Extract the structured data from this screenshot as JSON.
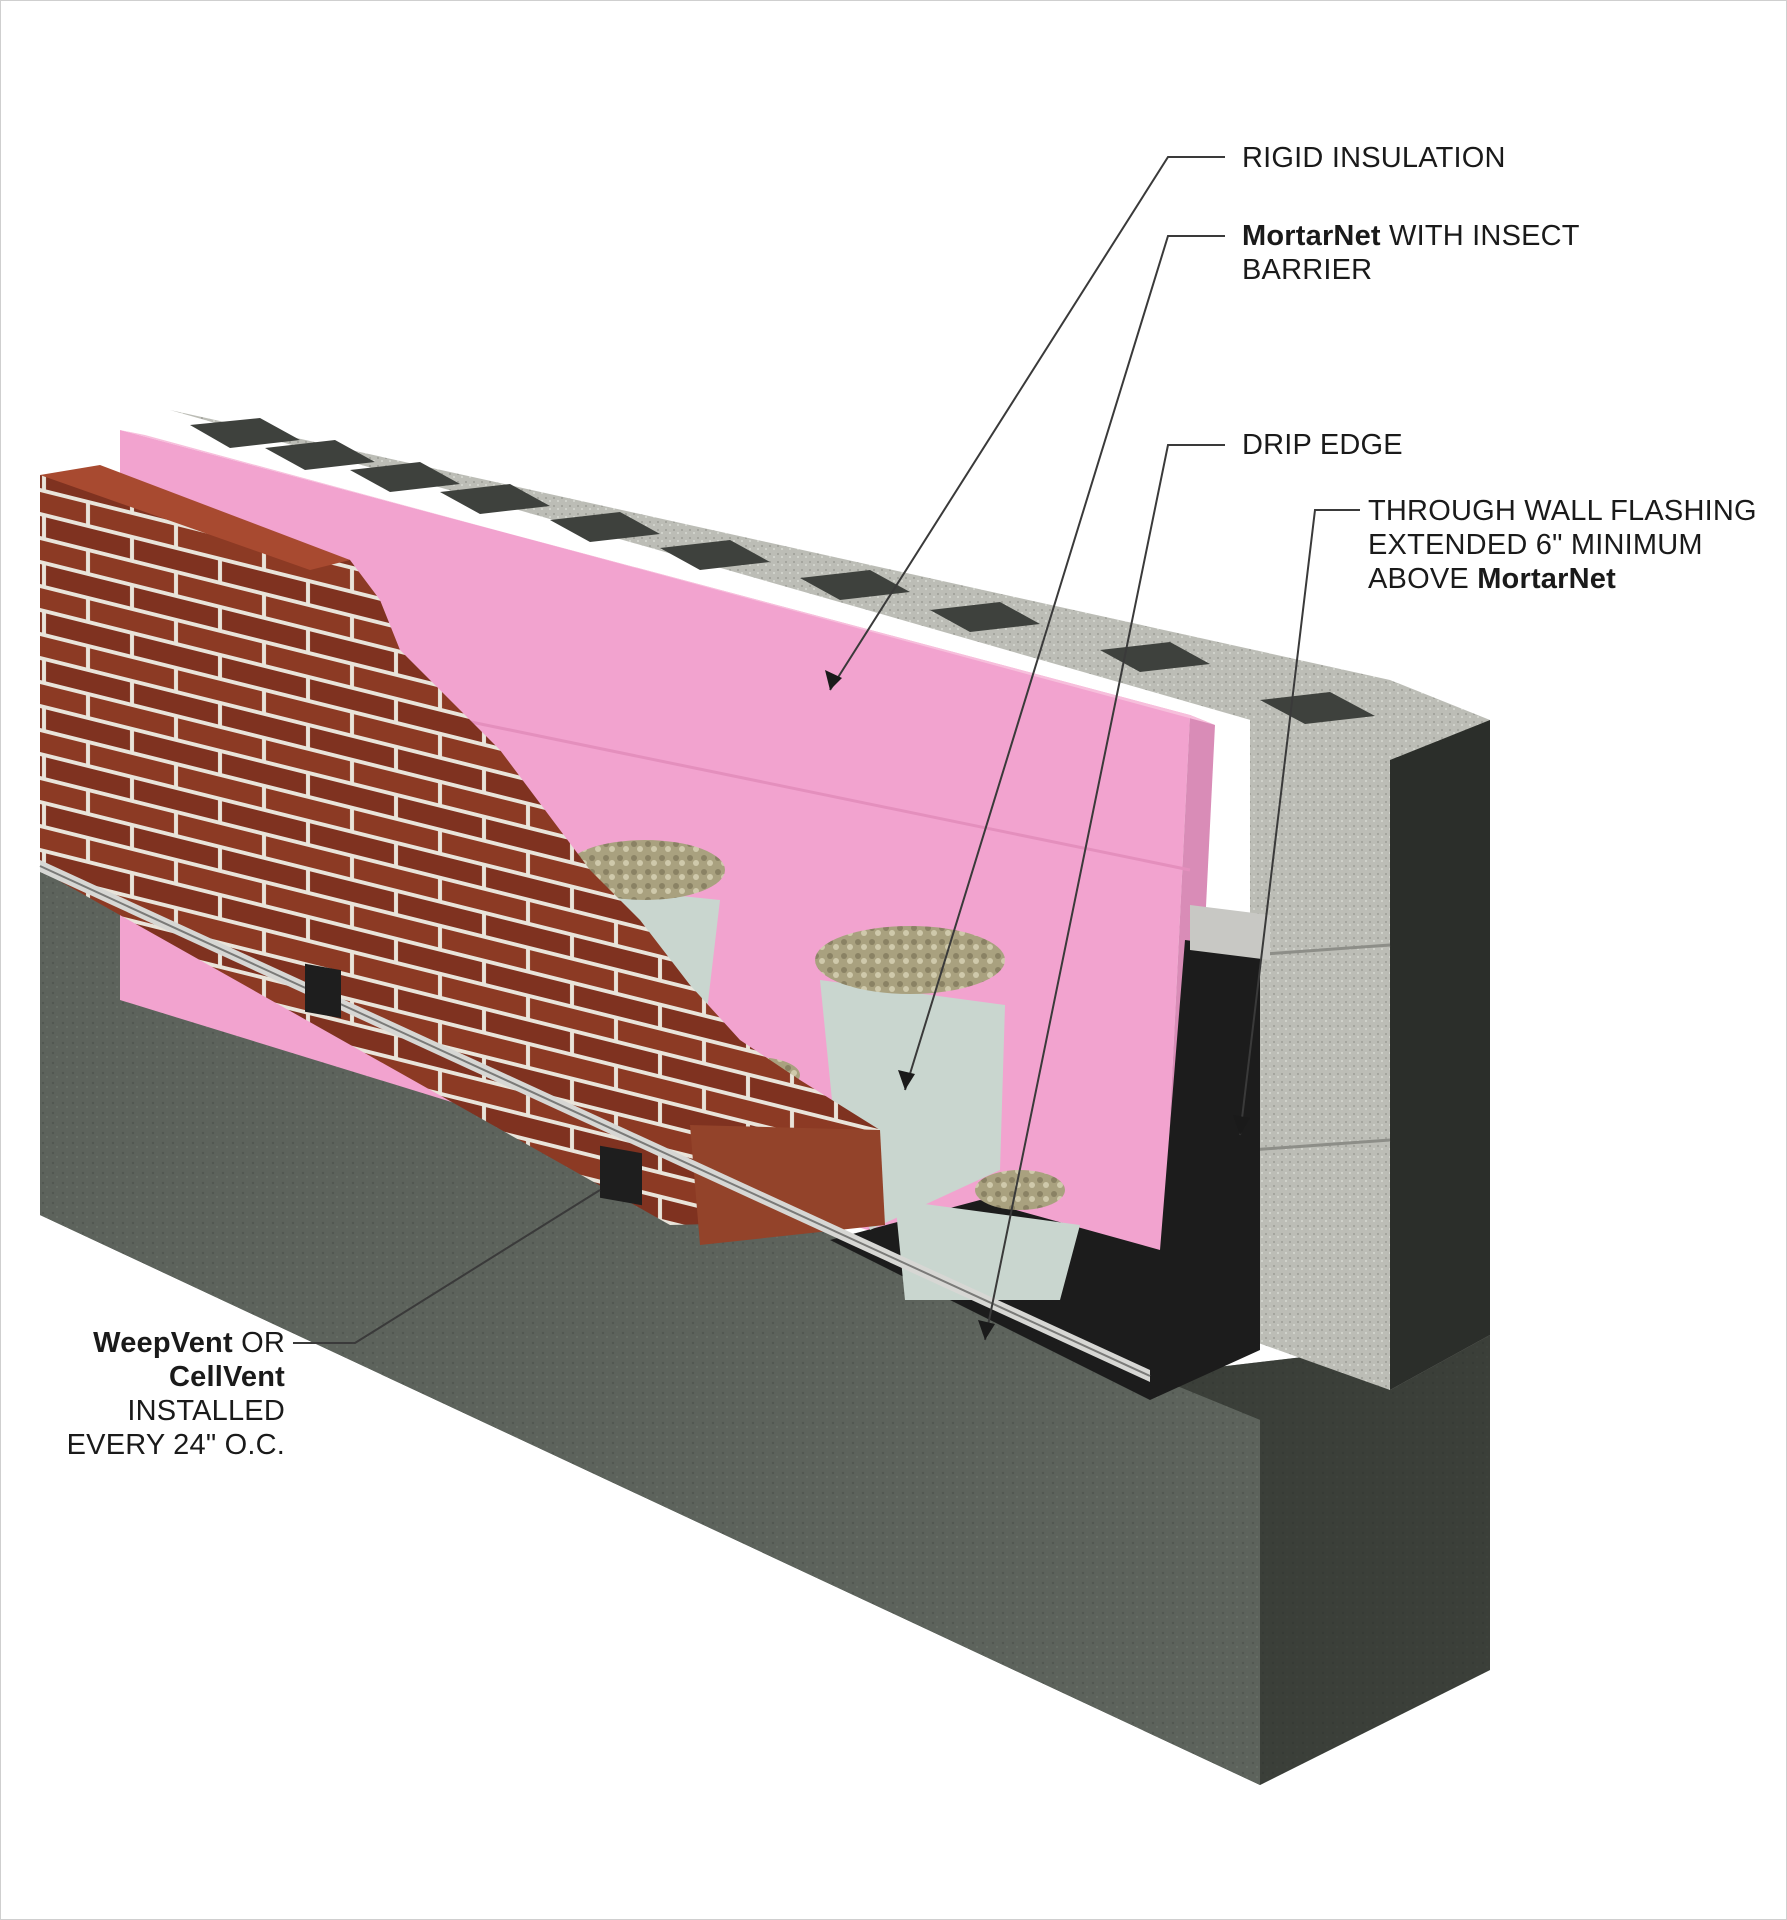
{
  "labels": {
    "rigid_insulation": "RIGID INSULATION",
    "mortarnet_brand": "MortarNet",
    "mortarnet_line1_rest": " WITH INSECT",
    "mortarnet_line2": "BARRIER",
    "drip_edge": "DRIP EDGE",
    "flashing_line1": "THROUGH WALL FLASHING",
    "flashing_line2": "EXTENDED 6\" MINIMUM",
    "flashing_line3_prefix": "ABOVE ",
    "flashing_line3_brand": "MortarNet",
    "weepvent_brand": "WeepVent",
    "weepvent_or": " OR",
    "cellvent_brand": "CellVent",
    "installed": "INSTALLED",
    "spacing": "EVERY 24\" O.C."
  },
  "colors": {
    "insulation": "#f2a3cf",
    "brick": "#8c3a24",
    "mortar": "#e9e4da",
    "cmu": "#b9bab3",
    "footing": "#5d635c",
    "flashing": "#1c1c1c",
    "mortarnet": "#c9d6cf",
    "leader": "#3a3a3a"
  }
}
